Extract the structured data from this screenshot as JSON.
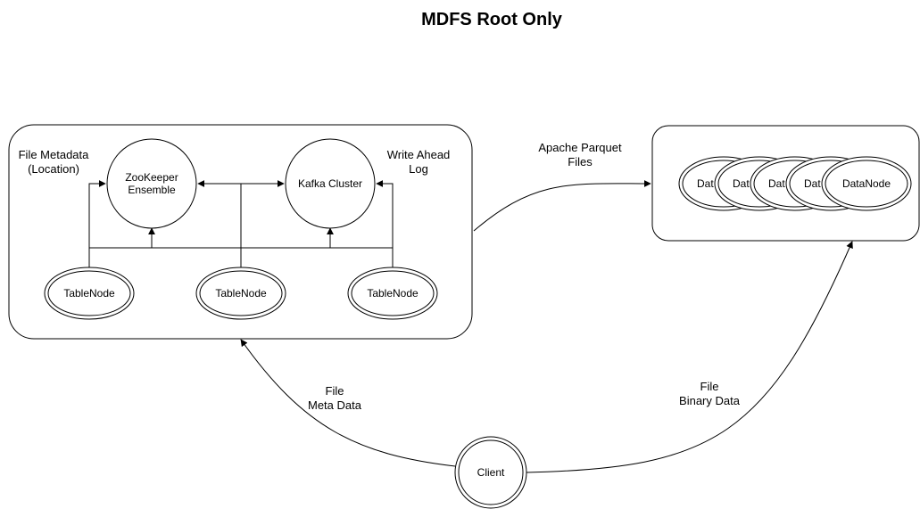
{
  "title": "MDFS Root Only",
  "colors": {
    "stroke": "#000000",
    "fill": "#ffffff",
    "text": "#000000"
  },
  "left_cluster": {
    "zookeeper_lines": [
      "ZooKeeper",
      "Ensemble"
    ],
    "kafka": "Kafka Cluster",
    "file_metadata_lines": [
      "File Metadata",
      "(Location)"
    ],
    "write_ahead_lines": [
      "Write Ahead",
      "Log"
    ],
    "tablenodes": [
      "TableNode",
      "TableNode",
      "TableNode"
    ]
  },
  "right_cluster": {
    "datanodes": [
      "Dat",
      "Dat",
      "Dat",
      "Dat",
      "DataNode"
    ]
  },
  "parquet_lines": [
    "Apache Parquet",
    "Files"
  ],
  "client": "Client",
  "meta_edge_lines": [
    "File",
    "Meta Data"
  ],
  "binary_edge_lines": [
    "File",
    "Binary Data"
  ]
}
